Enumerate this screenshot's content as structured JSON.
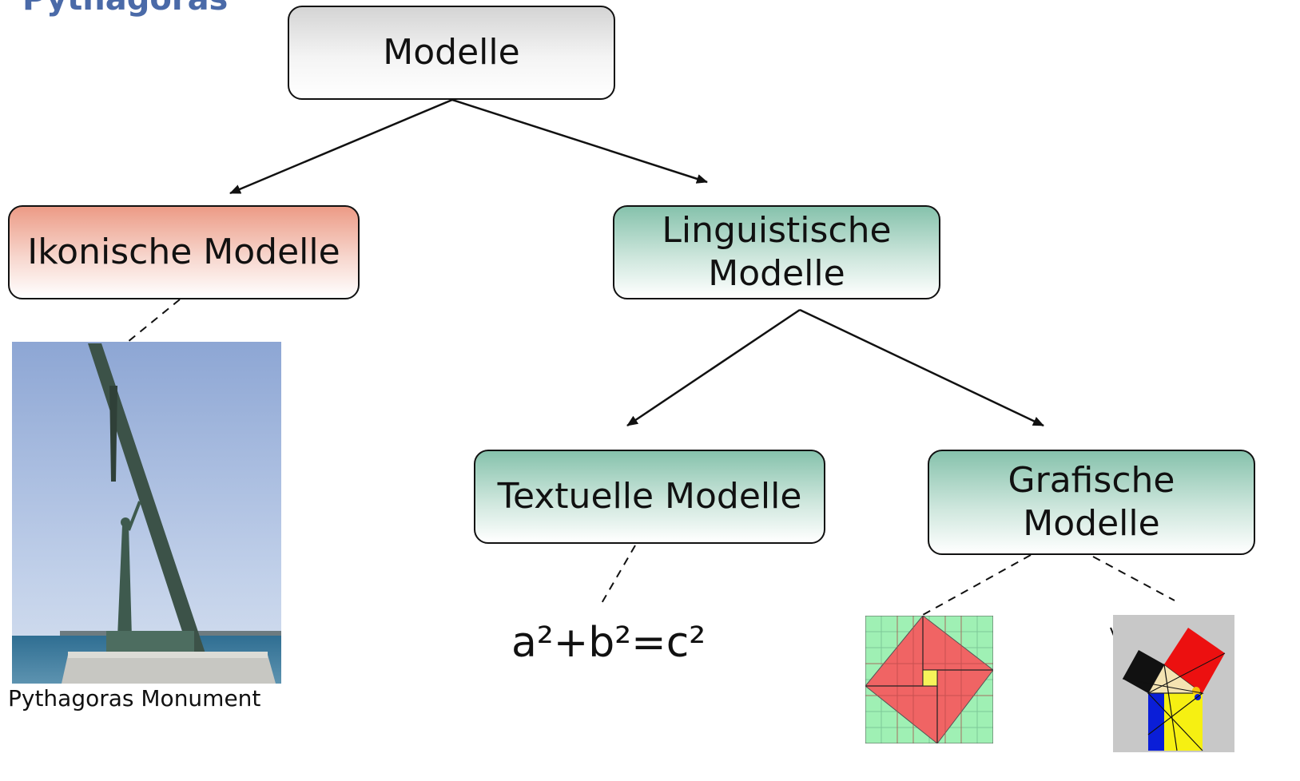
{
  "slide": {
    "title": "Pythagoras"
  },
  "nodes": {
    "root": {
      "lines": [
        "Modelle"
      ]
    },
    "ikonisch": {
      "lines": [
        "Ikonische Modelle"
      ]
    },
    "linguistisch": {
      "lines": [
        "Linguistische",
        "Modelle"
      ]
    },
    "textuell": {
      "lines": [
        "Textuelle Modelle"
      ]
    },
    "grafisch": {
      "lines": [
        "Grafische",
        "Modelle"
      ]
    }
  },
  "examples": {
    "monument_caption": "Pythagoras Monument",
    "formula": "a²+b²=c²"
  },
  "colors": {
    "title": "#4a6aa8",
    "ikonisch_fill": "#ec9b86",
    "linguistisch_fill": "#86c2ac",
    "root_fill": "#d4d4d4"
  }
}
